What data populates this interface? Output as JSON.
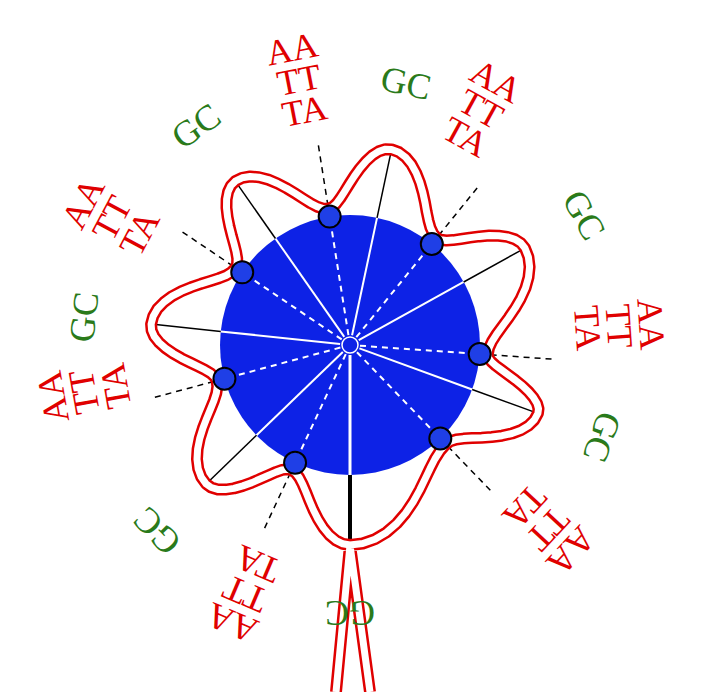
{
  "diagram": {
    "labels": [
      "AA",
      "TT",
      "TA",
      "GC",
      "AA",
      "TT",
      "TA",
      "GC",
      "AA",
      "TT",
      "TA",
      "GC",
      "AA",
      "TT",
      "TA",
      "GC",
      "AA",
      "TT",
      "TA",
      "GC",
      "AA",
      "TT",
      "TA",
      "GC",
      "AA",
      "TT",
      "TA",
      "GC"
    ]
  }
}
